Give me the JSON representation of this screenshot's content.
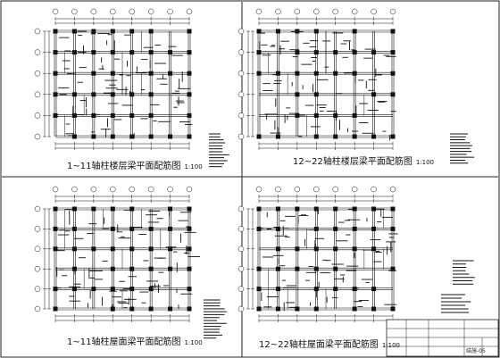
{
  "colors": {
    "ink": "#111111",
    "paper": "#ffffff"
  },
  "drawings": [
    {
      "key": "tl",
      "title": "1~11轴柱楼层梁平面配筋图",
      "scale": "1:100"
    },
    {
      "key": "tr",
      "title": "12~22轴柱楼层梁平面配筋图",
      "scale": "1:100"
    },
    {
      "key": "bl",
      "title": "1~11轴柱屋面梁平面配筋图",
      "scale": "1:100"
    },
    {
      "key": "br",
      "title": "12~22轴柱屋面梁平面配筋图",
      "scale": "1:100"
    }
  ],
  "title_block": {
    "sheet_label": "结施-05"
  }
}
